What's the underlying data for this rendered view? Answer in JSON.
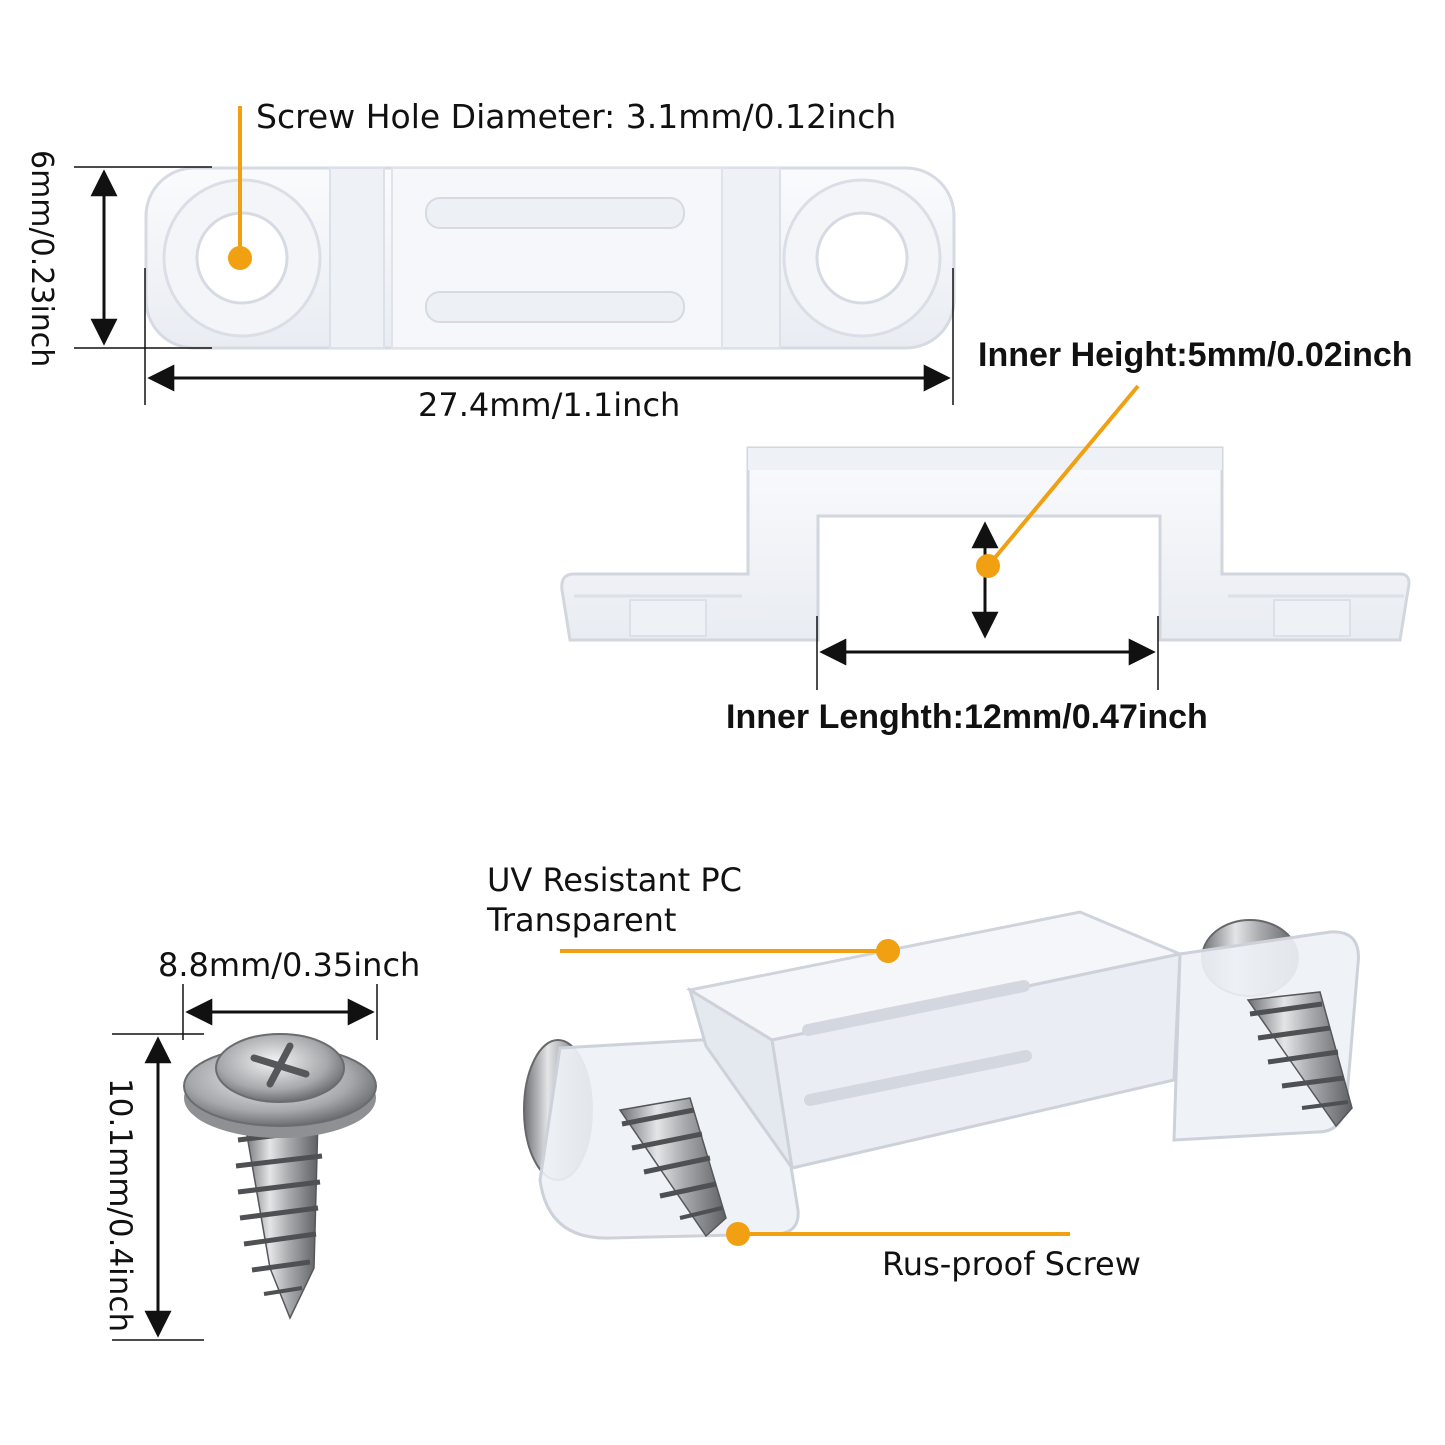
{
  "labels": {
    "screw_hole_diameter": "Screw Hole Diameter: 3.1mm/0.12inch",
    "clip_height": "6mm/0.23inch",
    "clip_length": "27.4mm/1.1inch",
    "inner_height": "Inner Height:5mm/0.02inch",
    "inner_length": "Inner Lenghth:12mm/0.47inch",
    "material_line1": "UV Resistant PC",
    "material_line2": "Transparent",
    "screw_width": "8.8mm/0.35inch",
    "screw_length": "10.1mm/0.4inch",
    "screw_type": "Rus-proof Screw"
  },
  "colors": {
    "accent": "#F0A010",
    "dimension_line": "#111111",
    "clip_fill": "#F2F4F8",
    "clip_edge": "#D4D8E0",
    "screw_metal": "#9A9CA0",
    "background": "#FFFFFF"
  }
}
